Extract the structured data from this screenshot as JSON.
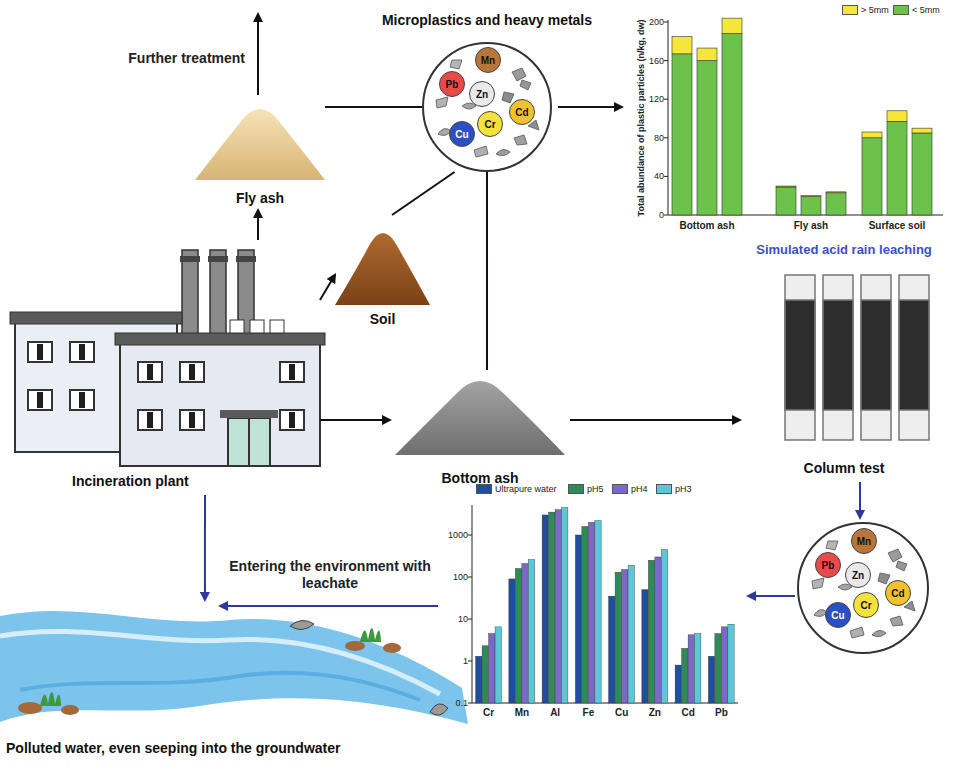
{
  "diagram": {
    "nodes": [
      {
        "text": [
          "Fly ash"
        ]
      },
      {
        "text": [
          "Soil"
        ]
      },
      {
        "text": [
          "Bottom ash"
        ]
      },
      {
        "text": [
          "Incineration plant"
        ]
      },
      {
        "text": [
          "Microplastics and heavy metals"
        ]
      },
      {
        "text": [
          "Mn"
        ],
        "in": 4
      },
      {
        "text": [
          "Pb"
        ],
        "in": 4
      },
      {
        "text": [
          "Zn"
        ],
        "in": 4
      },
      {
        "text": [
          "Cr"
        ],
        "in": 4
      },
      {
        "text": [
          "Cd"
        ],
        "in": 4
      },
      {
        "text": [
          "Cu"
        ],
        "in": 4
      },
      {
        "text": [
          "Simulated acid rain leaching",
          "Column test"
        ]
      },
      {
        "text": [
          "Mn"
        ]
      },
      {
        "text": [
          "Pb"
        ]
      },
      {
        "text": [
          "Zn"
        ]
      },
      {
        "text": [
          "Cr"
        ]
      },
      {
        "text": [
          "Cd"
        ]
      },
      {
        "text": [
          "Cu"
        ]
      },
      {
        "text": [
          "Polluted water, even seeping into the groundwater"
        ]
      }
    ],
    "edges": [
      {
        "from": 3,
        "to": 0,
        "arrow": "to"
      },
      {
        "from": 3,
        "to": 1,
        "arrow": "to"
      },
      {
        "from": 3,
        "to": 2,
        "arrow": "to"
      },
      {
        "from": 0,
        "to": 4,
        "arrow": "none"
      },
      {
        "from": 1,
        "to": 4,
        "arrow": "none"
      },
      {
        "from": 2,
        "to": 4,
        "arrow": "none"
      },
      {
        "from": 2,
        "to": 11,
        "arrow": "to"
      },
      {
        "from": 3,
        "to": 18,
        "arrow": "to"
      }
    ],
    "labels": [
      "Further treatment",
      "0",
      "40",
      "80",
      "120",
      "160",
      "200",
      "Total abundance of plastic particles (n/kg, dw)",
      "Bottom ash",
      "Fly ash",
      "Surface soil",
      "0.1",
      "1",
      "10",
      "100",
      "1000",
      "Cr",
      "Mn",
      "Al",
      "Fe",
      "Cu",
      "Zn",
      "Cd",
      "Pb",
      "Entering the environment with leachate"
    ],
    "legend": [
      {
        "text": "> 5mm",
        "color": "#f5e63a"
      },
      {
        "text": "< 5mm",
        "color": "#6cc24a"
      },
      {
        "text": "Ultrapure water",
        "color": "#1f4e9e"
      },
      {
        "text": "pH5",
        "color": "#2e8b57"
      },
      {
        "text": "pH4",
        "color": "#7b68c8"
      },
      {
        "text": "pH3",
        "color": "#5bc8d8"
      }
    ]
  }
}
